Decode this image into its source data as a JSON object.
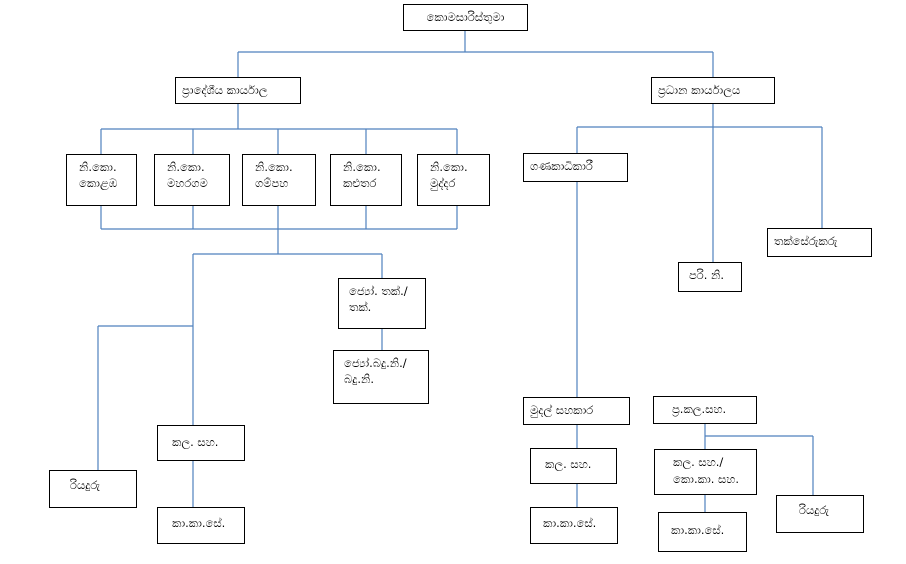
{
  "nodes": {
    "commissioner": "කොමසාරිස්තුමා",
    "regional_office": "ප්‍රාදේශීය කාර්යාල",
    "head_office": "ප්‍රධාන කාර්යාලය",
    "ac_colombo": [
      "නි.කො.",
      "කොළඹ"
    ],
    "ac_maharagama": [
      "නි.කො.",
      "මහරගම"
    ],
    "ac_gampaha": [
      "නි.කො.",
      "ගම්පහ"
    ],
    "ac_kalutara": [
      "නි.කො.",
      "කළුතර"
    ],
    "ac_muddara": [
      "නි.කො.",
      "මුද්දර"
    ],
    "accountant": "ගණකාධිකාරී",
    "auditor": "තක්සේරුකරු",
    "admin_officer": "පරි. නි.",
    "senior_assessor": [
      "ජ්‍යෝ. තක්./",
      "තක්."
    ],
    "senior_valuer": [
      "ජ්‍යෝ.බදු.නි./",
      "බදු.නි."
    ],
    "mgmt_assistant_left": "කල. සහ.",
    "driver_left": "රියදුරු",
    "office_aide_left": "කා.කා.සේ.",
    "finance_assistant": "මුදල් සහකාර",
    "mgmt_assistant_mid": "කල. සහ.",
    "office_aide_mid": "කා.කා.සේ.",
    "chief_mgmt_assistant": "ප්‍ර.කල.සහ.",
    "mgmt_assistant_right": [
      "කල. සහ./",
      "කො.කා. සහ."
    ],
    "driver_right": "රියදුරු",
    "office_aide_right": "කා.කා.සේ."
  },
  "colors": {
    "connector": "#4f81bd",
    "border": "#000000"
  }
}
